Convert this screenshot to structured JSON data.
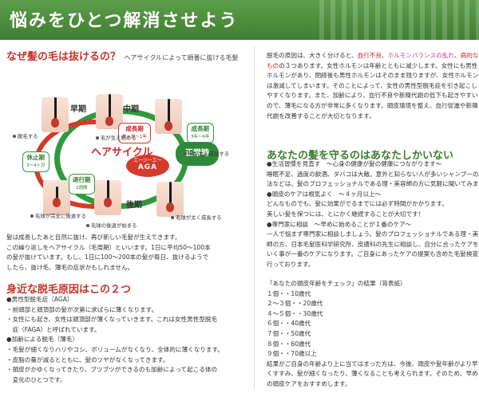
{
  "banner": {
    "title": "悩みをひとつ解消させよう"
  },
  "left": {
    "heading": "なぜ髪の毛は抜けるの？",
    "heading_note": "ヘアサイクルによって順番に抜ける毛髪",
    "diagram": {
      "phase_early": "早期",
      "phase_mid": "中期",
      "phase_late": "後期",
      "center": "ヘアサイクル",
      "aga_top": "エージーエー",
      "aga": "AGA",
      "normal": "正常時",
      "resting": {
        "label": "休止期",
        "sub": "3〜4ヶ月"
      },
      "regressive": {
        "label": "退行期",
        "sub": "2週間"
      },
      "growth_red": {
        "label": "成長期",
        "sub": "数ヶ月〜1年"
      },
      "growth_green": {
        "label": "成長期",
        "sub": "3年〜6年"
      },
      "notes": [
        "脱毛する",
        "毛が生え始める",
        "毛が太く成長する",
        "毛球が完全に後退する",
        "毛球の後退が始まる",
        "毛球が太く成長する"
      ]
    },
    "intro": [
      "髪は成長したあと自然に抜け、再び新しい毛髪が生えてきます。",
      "この繰り返しをヘアサイクル（毛周期）といいます。1日に平均50〜100本",
      "の髪が抜けています。もし、1日に100〜200本の髪が毎日、抜けるようで",
      "したら、抜け毛、薄毛の症状かもしれません。"
    ],
    "section2_heading": "身近な脱毛原因はこの２つ",
    "section2": [
      "●男性型脱毛症（AGA）",
      "・前頭部と頭頂部の髪が次第に求ばらに薄くなります。",
      "・女性にも起き、女性は頭頂部が薄くなっていきます。これは女性男性型脱毛",
      "　症（FAGA）と呼ばれています。",
      "●加齢による脱毛（薄毛）",
      "・毛髪が細くなりハリやコシ、ボリュームがなくなり、全体的に薄くなります。",
      "・皮脂の量が減るとともに、髪のツヤがなくなってきます。",
      "・頭皮がかゆくなってきたり、ブツブツができるのも加齢によって起こる体の",
      "　変化のひとつです。"
    ]
  },
  "right": {
    "intro_part1": "脱毛の原因は、大きく分けると、",
    "intro_red1": "血行不良",
    "intro_sep1": "、",
    "intro_pink": "ホルモンバランスの乱れ",
    "intro_sep2": "、",
    "intro_red2": "病的な",
    "intro_red3": "もの",
    "intro_rest": [
      "の３つあります。女性ホルモンは年齢とともに減少します。女性にも男性",
      "ホルモンがあり、閉経後も男性ホルモンはそのまま残りますが、女性ホルモン",
      "は激減してしまいます。そのことによって、女性の男性型脱毛症を引き起こし",
      "やすくなります。また、加齢により、血行不良や新陳代謝の低下も起きやすい",
      "ので、薄毛になる方が非常に多くなります。頭皮環境を整え、血行促進や新陳",
      "代謝を改善することが大切となります。"
    ],
    "section_heading": "あなたの髪を守るのはあなたしかいない",
    "section": [
      "●生活習慣を見直す　〜心身の健康が髪の健康につながります〜",
      "睡眠不足、過度の飲酒、タバコは大敵。意外と知らない人が多いシャンプーの方",
      "法などは、髪のプロフェッショナルである理・美容師の方に気軽に聞いてみましょう！",
      "●頭皮のケアは根気よく　〜４ヶ月以上〜",
      "どんなものでも、髪に効果がでるまでには必ず時間がかかります。",
      "美しい髪を保つには、とにかく継続することが大切です！",
      "●専門家に相談　〜早めに始めることが１番のケア〜",
      "一人で悩まず専門家に相談しましょう。髪のプロフェッショナルである理・美容",
      "師の方、日本毛髪医科学研究所、皮膚科の先生に相談し、自分に合ったケアをして",
      "いく事が一番のケアになります。ご自身にあったケアの提案も含めた毛髪検査も",
      "行っております。"
    ],
    "check_title": "「あなたの頭皮年齢をチェック」の結果（背表紙）",
    "check_items": [
      "１個・・10歳代",
      "２〜３個・・20歳代",
      "４〜５個・・30歳代",
      "６個・・40歳代",
      "７個・・50歳代",
      "８個・・60歳代",
      "９個・・70歳以上"
    ],
    "outro": [
      "結果がご自身の年齢より上に当てはまった方は、今後、頭皮や髪年齢がより早",
      "くすすみ、髪が細くなったり、薄くなることも考えられます。そのため、早め",
      "の頭皮ケアをおすすめします。"
    ]
  }
}
